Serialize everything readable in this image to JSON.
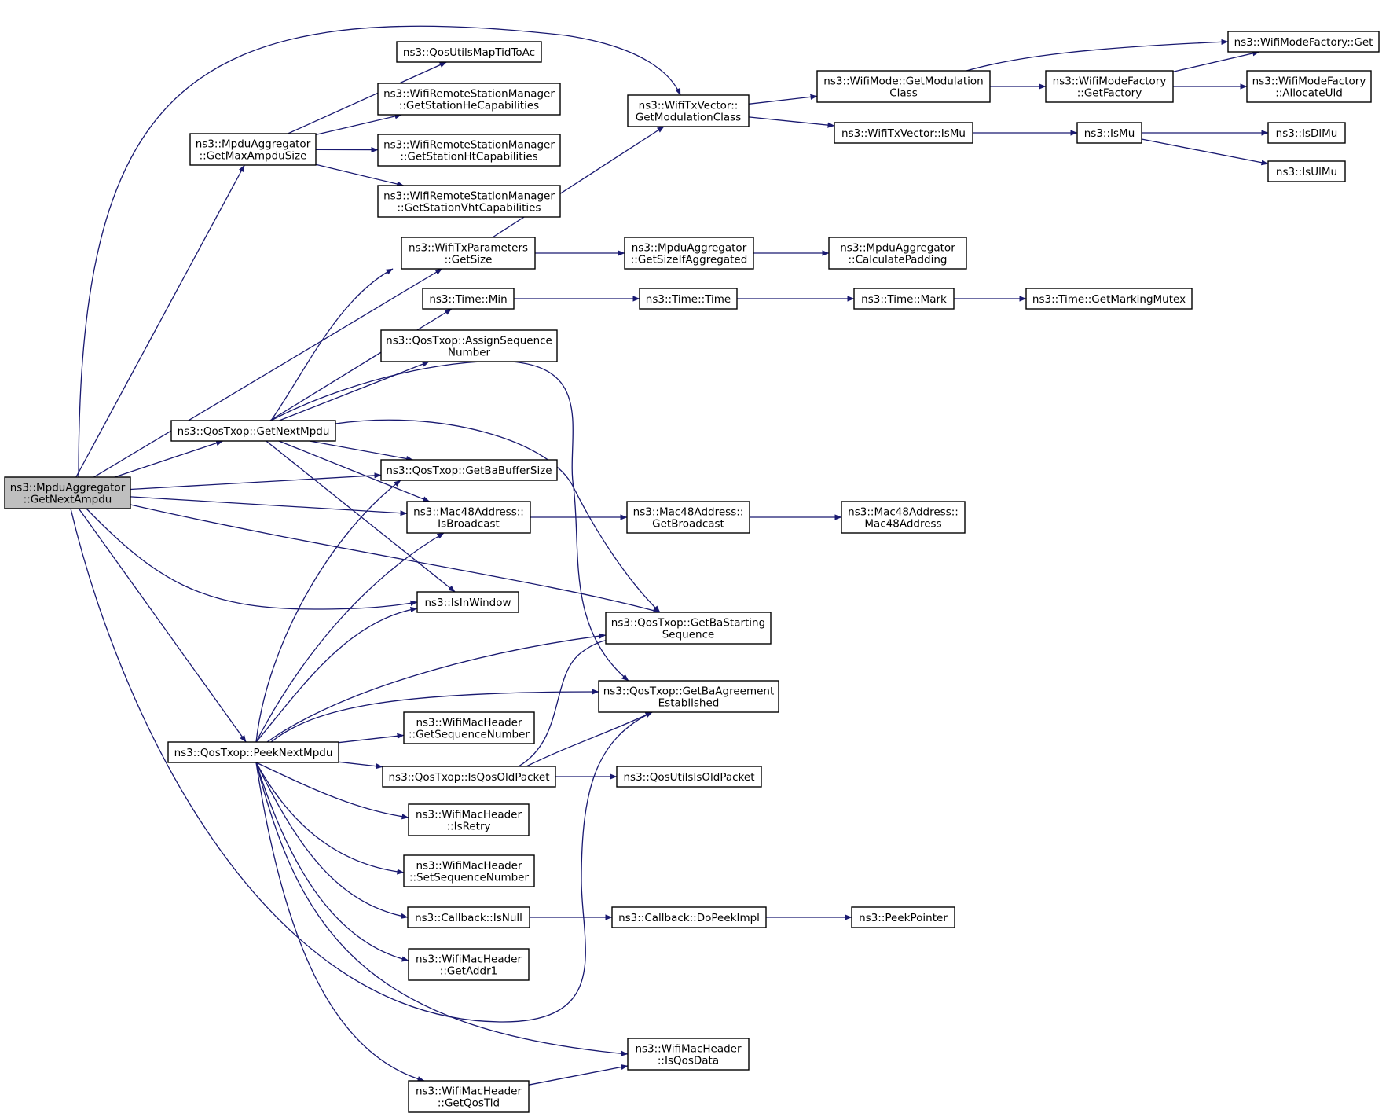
{
  "colors": {
    "edge": "#191970",
    "node_border": "#000000",
    "node_fill": "#ffffff",
    "root_fill": "#bfbfbf",
    "background": "#ffffff"
  },
  "nodes": {
    "root": {
      "lines": [
        "ns3::MpduAggregator",
        "::GetNextAmpdu"
      ]
    },
    "getMaxAmpduSize": {
      "lines": [
        "ns3::MpduAggregator",
        "::GetMaxAmpduSize"
      ]
    },
    "qosUtilsMapTidToAc": {
      "lines": [
        "ns3::QosUtilsMapTidToAc"
      ]
    },
    "getStationHe": {
      "lines": [
        "ns3::WifiRemoteStationManager",
        "::GetStationHeCapabilities"
      ]
    },
    "getStationHt": {
      "lines": [
        "ns3::WifiRemoteStationManager",
        "::GetStationHtCapabilities"
      ]
    },
    "getStationVht": {
      "lines": [
        "ns3::WifiRemoteStationManager",
        "::GetStationVhtCapabilities"
      ]
    },
    "txVectorModClass": {
      "lines": [
        "ns3::WifiTxVector::",
        "GetModulationClass"
      ]
    },
    "modeModClass": {
      "lines": [
        "ns3::WifiMode::GetModulation",
        "Class"
      ]
    },
    "modeFactoryGetFactory": {
      "lines": [
        "ns3::WifiModeFactory",
        "::GetFactory"
      ]
    },
    "modeFactoryGet": {
      "lines": [
        "ns3::WifiModeFactory::Get"
      ]
    },
    "modeFactoryAllocateUid": {
      "lines": [
        "ns3::WifiModeFactory",
        "::AllocateUid"
      ]
    },
    "txVectorIsMu": {
      "lines": [
        "ns3::WifiTxVector::IsMu"
      ]
    },
    "isMu": {
      "lines": [
        "ns3::IsMu"
      ]
    },
    "isDlMu": {
      "lines": [
        "ns3::IsDlMu"
      ]
    },
    "isUlMu": {
      "lines": [
        "ns3::IsUlMu"
      ]
    },
    "txParamsGetSize": {
      "lines": [
        "ns3::WifiTxParameters",
        "::GetSize"
      ]
    },
    "getSizeIfAggregated": {
      "lines": [
        "ns3::MpduAggregator",
        "::GetSizeIfAggregated"
      ]
    },
    "calculatePadding": {
      "lines": [
        "ns3::MpduAggregator",
        "::CalculatePadding"
      ]
    },
    "timeMin": {
      "lines": [
        "ns3::Time::Min"
      ]
    },
    "timeTime": {
      "lines": [
        "ns3::Time::Time"
      ]
    },
    "timeMark": {
      "lines": [
        "ns3::Time::Mark"
      ]
    },
    "timeMutex": {
      "lines": [
        "ns3::Time::GetMarkingMutex"
      ]
    },
    "assignSeq": {
      "lines": [
        "ns3::QosTxop::AssignSequence",
        "Number"
      ]
    },
    "getNextMpdu": {
      "lines": [
        "ns3::QosTxop::GetNextMpdu"
      ]
    },
    "getBaBufferSize": {
      "lines": [
        "ns3::QosTxop::GetBaBufferSize"
      ]
    },
    "isBroadcast": {
      "lines": [
        "ns3::Mac48Address::",
        "IsBroadcast"
      ]
    },
    "getBroadcast": {
      "lines": [
        "ns3::Mac48Address::",
        "GetBroadcast"
      ]
    },
    "mac48Ctor": {
      "lines": [
        "ns3::Mac48Address::",
        "Mac48Address"
      ]
    },
    "isInWindow": {
      "lines": [
        "ns3::IsInWindow"
      ]
    },
    "getBaStartingSeq": {
      "lines": [
        "ns3::QosTxop::GetBaStarting",
        "Sequence"
      ]
    },
    "getBaAgreement": {
      "lines": [
        "ns3::QosTxop::GetBaAgreement",
        "Established"
      ]
    },
    "macHdrGetSeq": {
      "lines": [
        "ns3::WifiMacHeader",
        "::GetSequenceNumber"
      ]
    },
    "peekNextMpdu": {
      "lines": [
        "ns3::QosTxop::PeekNextMpdu"
      ]
    },
    "isQosOldPacket": {
      "lines": [
        "ns3::QosTxop::IsQosOldPacket"
      ]
    },
    "qosUtilsIsOld": {
      "lines": [
        "ns3::QosUtilsIsOldPacket"
      ]
    },
    "macHdrIsRetry": {
      "lines": [
        "ns3::WifiMacHeader",
        "::IsRetry"
      ]
    },
    "macHdrSetSeq": {
      "lines": [
        "ns3::WifiMacHeader",
        "::SetSequenceNumber"
      ]
    },
    "callbackIsNull": {
      "lines": [
        "ns3::Callback::IsNull"
      ]
    },
    "callbackDoPeek": {
      "lines": [
        "ns3::Callback::DoPeekImpl"
      ]
    },
    "peekPointer": {
      "lines": [
        "ns3::PeekPointer"
      ]
    },
    "macHdrGetAddr1": {
      "lines": [
        "ns3::WifiMacHeader",
        "::GetAddr1"
      ]
    },
    "macHdrIsQosData": {
      "lines": [
        "ns3::WifiMacHeader",
        "::IsQosData"
      ]
    },
    "macHdrGetQosTid": {
      "lines": [
        "ns3::WifiMacHeader",
        "::GetQosTid"
      ]
    }
  },
  "edges": [
    [
      "root",
      "txVectorModClass"
    ],
    [
      "root",
      "getMaxAmpduSize"
    ],
    [
      "root",
      "txParamsGetSize"
    ],
    [
      "root",
      "getNextMpdu"
    ],
    [
      "root",
      "getBaBufferSize"
    ],
    [
      "root",
      "isBroadcast"
    ],
    [
      "root",
      "getBaStartingSeq"
    ],
    [
      "root",
      "isInWindow"
    ],
    [
      "root",
      "peekNextMpdu"
    ],
    [
      "root",
      "getBaAgreement"
    ],
    [
      "getMaxAmpduSize",
      "qosUtilsMapTidToAc"
    ],
    [
      "getMaxAmpduSize",
      "getStationHe"
    ],
    [
      "getMaxAmpduSize",
      "getStationHt"
    ],
    [
      "getMaxAmpduSize",
      "getStationVht"
    ],
    [
      "txVectorModClass",
      "modeModClass"
    ],
    [
      "txVectorModClass",
      "txVectorIsMu"
    ],
    [
      "modeModClass",
      "modeFactoryGetFactory"
    ],
    [
      "modeModClass",
      "modeFactoryGet"
    ],
    [
      "modeFactoryGetFactory",
      "modeFactoryGet"
    ],
    [
      "modeFactoryGetFactory",
      "modeFactoryAllocateUid"
    ],
    [
      "txVectorIsMu",
      "isMu"
    ],
    [
      "isMu",
      "isDlMu"
    ],
    [
      "isMu",
      "isUlMu"
    ],
    [
      "txParamsGetSize",
      "txVectorModClass"
    ],
    [
      "txParamsGetSize",
      "getSizeIfAggregated"
    ],
    [
      "getSizeIfAggregated",
      "calculatePadding"
    ],
    [
      "timeMin",
      "timeTime"
    ],
    [
      "timeTime",
      "timeMark"
    ],
    [
      "timeMark",
      "timeMutex"
    ],
    [
      "getNextMpdu",
      "txParamsGetSize"
    ],
    [
      "getNextMpdu",
      "timeMin"
    ],
    [
      "getNextMpdu",
      "assignSeq"
    ],
    [
      "getNextMpdu",
      "getBaBufferSize"
    ],
    [
      "getNextMpdu",
      "isBroadcast"
    ],
    [
      "getNextMpdu",
      "isInWindow"
    ],
    [
      "getNextMpdu",
      "getBaStartingSeq"
    ],
    [
      "getNextMpdu",
      "getBaAgreement"
    ],
    [
      "isBroadcast",
      "getBroadcast"
    ],
    [
      "getBroadcast",
      "mac48Ctor"
    ],
    [
      "peekNextMpdu",
      "getBaBufferSize"
    ],
    [
      "peekNextMpdu",
      "isBroadcast"
    ],
    [
      "peekNextMpdu",
      "isInWindow"
    ],
    [
      "peekNextMpdu",
      "getBaStartingSeq"
    ],
    [
      "peekNextMpdu",
      "getBaAgreement"
    ],
    [
      "peekNextMpdu",
      "macHdrGetSeq"
    ],
    [
      "peekNextMpdu",
      "isQosOldPacket"
    ],
    [
      "peekNextMpdu",
      "macHdrIsRetry"
    ],
    [
      "peekNextMpdu",
      "macHdrSetSeq"
    ],
    [
      "peekNextMpdu",
      "callbackIsNull"
    ],
    [
      "peekNextMpdu",
      "macHdrGetAddr1"
    ],
    [
      "peekNextMpdu",
      "macHdrIsQosData"
    ],
    [
      "peekNextMpdu",
      "macHdrGetQosTid"
    ],
    [
      "isQosOldPacket",
      "getBaStartingSeq"
    ],
    [
      "isQosOldPacket",
      "getBaAgreement"
    ],
    [
      "isQosOldPacket",
      "qosUtilsIsOld"
    ],
    [
      "callbackIsNull",
      "callbackDoPeek"
    ],
    [
      "callbackDoPeek",
      "peekPointer"
    ],
    [
      "macHdrGetQosTid",
      "macHdrIsQosData"
    ]
  ]
}
